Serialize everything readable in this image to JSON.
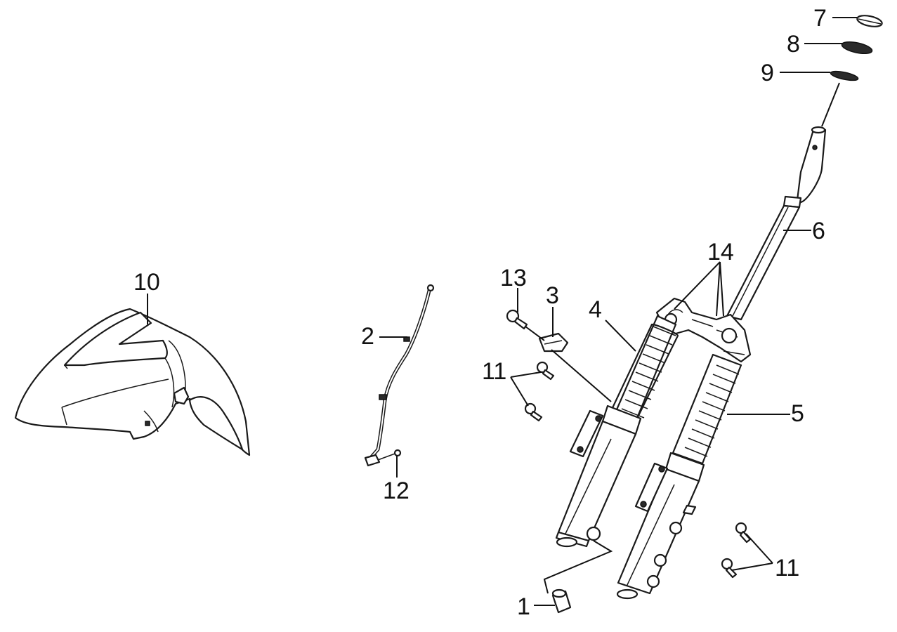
{
  "diagram": {
    "callouts": [
      "1",
      "2",
      "3",
      "4",
      "5",
      "6",
      "7",
      "8",
      "9",
      "10",
      "11",
      "11",
      "12",
      "13",
      "14"
    ]
  },
  "colors": {
    "line": "#1a1a1a",
    "background": "#ffffff"
  }
}
